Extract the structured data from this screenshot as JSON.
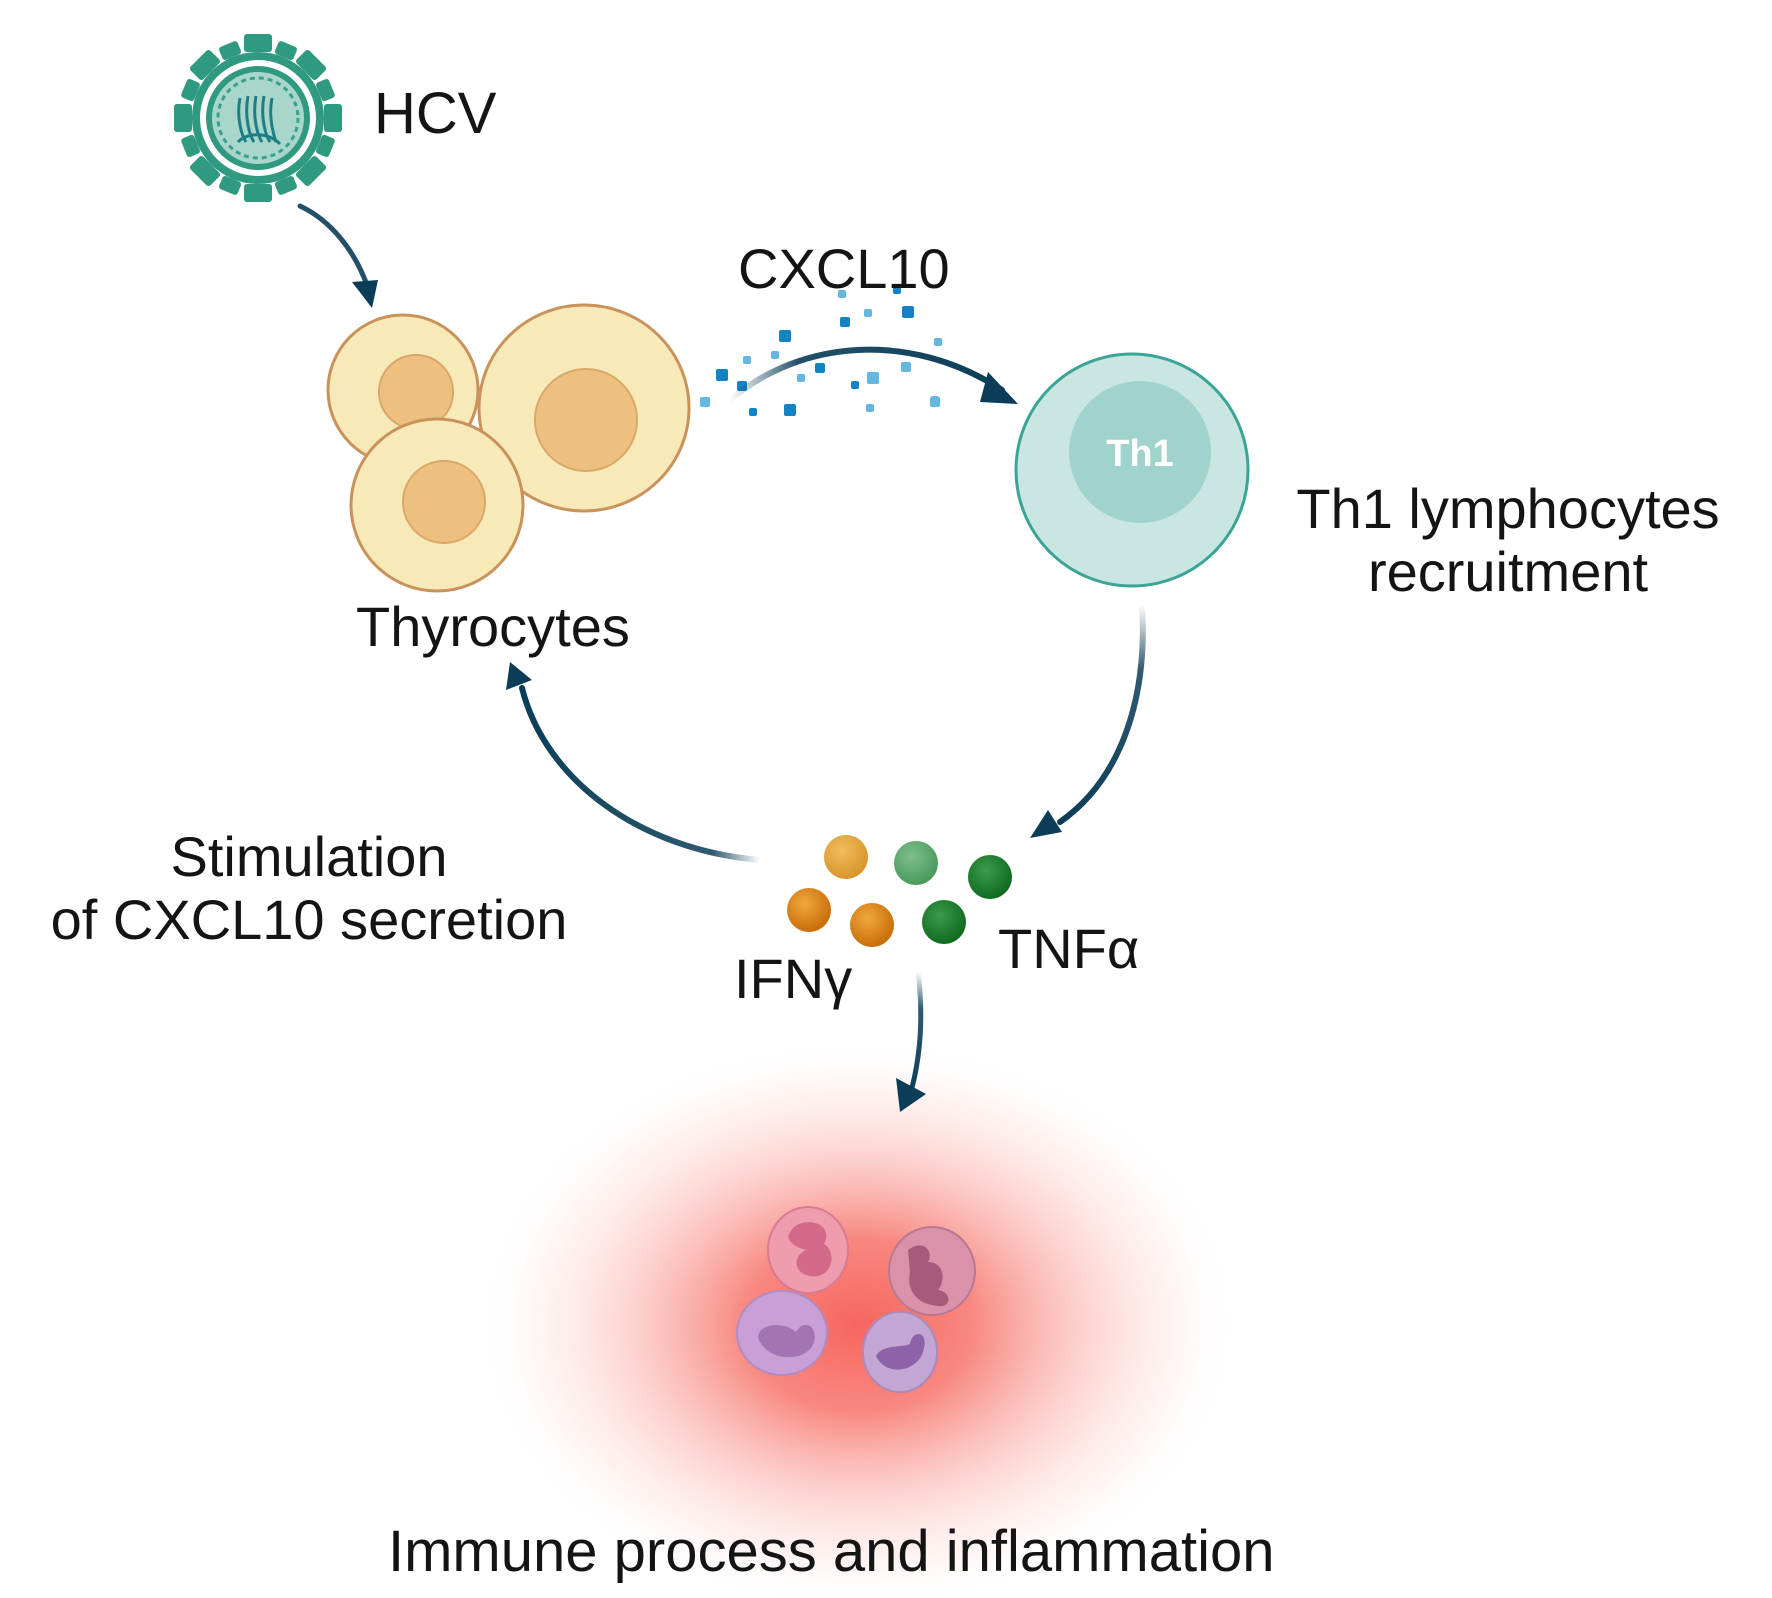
{
  "figure": {
    "type": "biological pathway diagram",
    "colors": {
      "arrow": "#0b3d58",
      "virus": "#2f9a80",
      "virus_core": "#9fd2c5",
      "thyrocyte_cytoplasm": "#f8eab8",
      "thyrocyte_outline": "#c9925a",
      "thyrocyte_nucleus": "#eec080",
      "th1_cell": "#c9e6e3",
      "th1_outline": "#3aa596",
      "th1_nucleus": "#9fd3cc",
      "cxcl10_particles": "#1c8fc9",
      "ifng_particle": "#d77f0f",
      "ifng_particle_light": "#e3a23a",
      "tnfa_particle": "#1a7a2a",
      "tnfa_particle_light": "#5aa56c",
      "inflammation_glow": "#f7726a"
    }
  },
  "nodes": {
    "hcv": {
      "label": "HCV",
      "icon": "virus-icon"
    },
    "cxcl10": {
      "label": "CXCL10",
      "icon": "chemokine-particles-icon"
    },
    "thyrocytes": {
      "label": "Thyrocytes",
      "icon": "thyrocyte-cells-icon"
    },
    "th1": {
      "cell_label": "Th1",
      "label_line1": "Th1 lymphocytes",
      "label_line2": "recruitment",
      "icon": "lymphocyte-icon"
    },
    "stimulation": {
      "label_line1": "Stimulation",
      "label_line2": "of CXCL10 secretion"
    },
    "ifng": {
      "label": "IFNγ",
      "icon": "cytokine-particles-icon"
    },
    "tnfa": {
      "label": "TNFα",
      "icon": "cytokine-particles-icon"
    },
    "immune": {
      "label": "Immune process and inflammation",
      "icon": "immune-cells-icon"
    }
  },
  "edges": [
    {
      "from": "HCV",
      "to": "Thyrocytes"
    },
    {
      "from": "Thyrocytes",
      "to": "Th1 lymphocytes",
      "via": "CXCL10"
    },
    {
      "from": "Th1 lymphocytes",
      "to": "IFNγ / TNFα"
    },
    {
      "from": "IFNγ / TNFα",
      "to": "Thyrocytes",
      "label": "Stimulation of CXCL10 secretion"
    },
    {
      "from": "IFNγ / TNFα",
      "to": "Immune process and inflammation"
    }
  ]
}
